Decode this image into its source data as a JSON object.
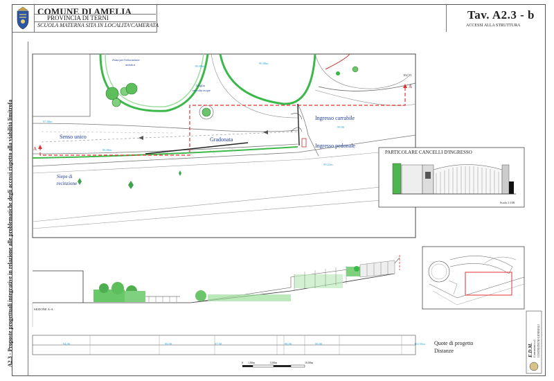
{
  "header": {
    "municipality": "COMUNE DI AMELIA",
    "province": "PROVINCIA DI TERNI",
    "project": "SCUOLA MATERNA SITA IN LOCALITA'CAMERATA",
    "sheet_code": "Tav. A2.3 - b",
    "sheet_title": "ACCESSI ALLA STRUTTURA"
  },
  "side_caption": "A2.3 - Proposte progettuali integrative in relazione alle problematiche degli accessi rispetto alla viabilità limitrofa",
  "plan": {
    "zone_label_1": "Zona per l'educazione",
    "zone_label_2": "artistica",
    "griglia_1": "Griglia",
    "griglia_2": "raccolta acque",
    "senso_unico": "Senso unico",
    "gradonata": "Gradonata",
    "ingresso_carrabile": "Ingresso carrabile",
    "ingresso_pedonale": "Ingresso pedonale",
    "siepe_1": "Siepe di",
    "siepe_2": "recinzione",
    "section_mark": "A",
    "section_mark_r": "A",
    "elev_1": "97.00m",
    "elev_2": "96.80m",
    "elev_3": "96.80m",
    "elev_4": "96.80m",
    "elev_5": "99.00",
    "elev_6": "99.22m",
    "elev_7": "102.53"
  },
  "detail": {
    "title": "PARTICOLARE CANCELLI D'INGRESSO",
    "scale": "Scala 1:100"
  },
  "section": {
    "label": "SEZIONE A-A"
  },
  "profile": {
    "values": [
      "94.00",
      "99.00",
      "97.00",
      "98.00",
      "99.00",
      "102.50m"
    ],
    "legend_1": "Quote di progetto",
    "legend_2": "Distanze"
  },
  "scalebar": {
    "labels": [
      "0",
      "1,00m",
      "5,00m",
      "10,00m"
    ]
  },
  "company": {
    "name": "E.D.M.",
    "line1": "Costruzioni s.r.l.",
    "line2": "COSTRUZIONI GENERALI"
  }
}
